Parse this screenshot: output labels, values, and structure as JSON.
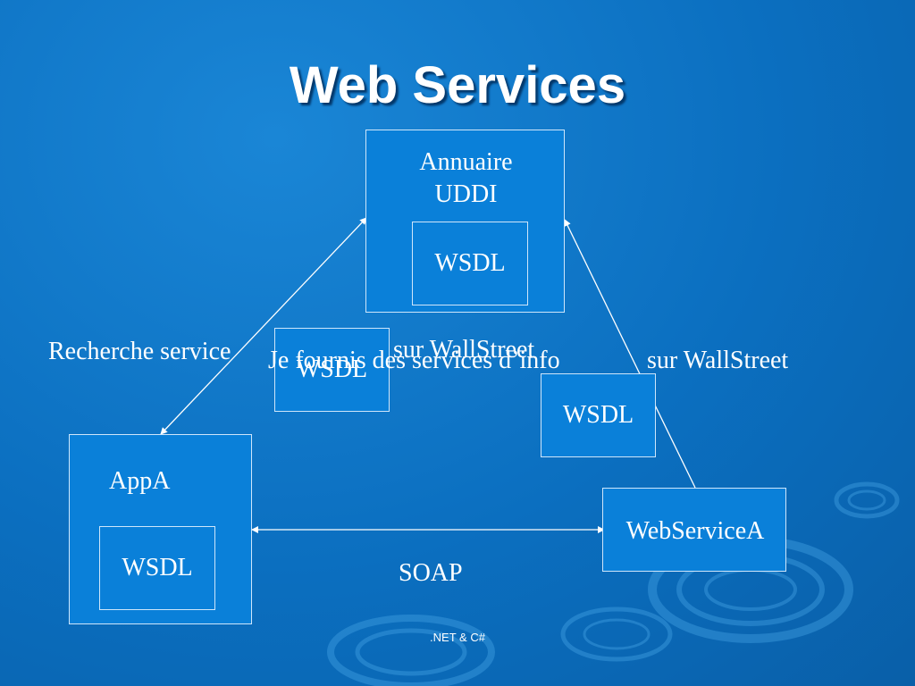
{
  "slide": {
    "title": "Web Services",
    "footer": ".NET & C#"
  },
  "nodes": {
    "annuaire": {
      "title_line1": "Annuaire",
      "title_line2": "UDDI",
      "inner": "WSDL"
    },
    "appa": {
      "title": "AppA",
      "inner": "WSDL"
    },
    "webservicea": {
      "title": "WebServiceA"
    },
    "floating_wsdl_left": "WSDL",
    "floating_wsdl_right": "WSDL"
  },
  "labels": {
    "search": "Recherche service",
    "search_suffix": "sur WallStreet",
    "provide": "Je fournis des services d’info",
    "provide_suffix": "sur WallStreet",
    "soap": "SOAP"
  },
  "colors": {
    "background": "#0b6fc0",
    "box_fill": "#0a80d9",
    "box_border": "#cfe6fb",
    "text": "#ffffff"
  }
}
